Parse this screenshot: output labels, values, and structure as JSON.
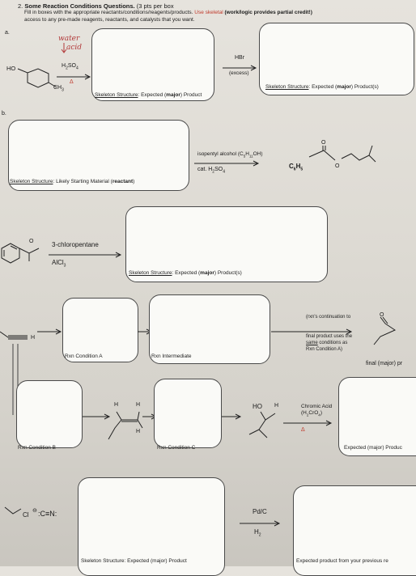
{
  "header": {
    "question_number": "2.",
    "title": "Some Reaction Conditions Questions.",
    "points": "(3 pts per box",
    "line1": "Fill in boxes with the appropriate reactants/conditions/reagents/products.",
    "line1_red": "Use skeletal",
    "partial_credit": "(work/logic provides partial credit!)",
    "line2": "access to any pre-made reagents, reactants, and catalysts that you want."
  },
  "part_a": {
    "label": "a.",
    "handwriting_line1": "water",
    "handwriting_line2": "acid",
    "reactant_ho": "HO",
    "reactant_ch3": "CH",
    "reactant_ch3_sub": "3",
    "reagent1": "H",
    "reagent1_sub": "2",
    "reagent1_rest": "SO",
    "reagent1_sub2": "4",
    "heat": "Δ",
    "box1_caption_u": "Skeleton Structure",
    "box1_caption_rest": ": Expected (",
    "box1_caption_bold": "major",
    "box1_caption_end": ") Product",
    "reagent2": "HBr",
    "reagent2_note": "(excess)",
    "box2_caption_u": "Skeleton Structure",
    "box2_caption_rest": ": Expected (",
    "box2_caption_bold": "major",
    "box2_caption_end": ") Product(s)"
  },
  "part_b": {
    "label": "b.",
    "box_caption_u": "Skeleton Structure",
    "box_caption_rest": ": Likely Starting Material (",
    "box_caption_bold": "reactant",
    "box_caption_end": ")",
    "reagent1_pre": "isopentyl alcohol (C",
    "reagent1_sub1": "5",
    "reagent1_mid": "H",
    "reagent1_sub2": "11",
    "reagent1_end": "OH)",
    "reagent2_pre": "cat. H",
    "reagent2_sub": "2",
    "reagent2_mid": "SO",
    "reagent2_sub2": "4",
    "product_group": "C",
    "product_group_sub1": "6",
    "product_group_mid": "H",
    "product_group_sub2": "5",
    "product_o": "O"
  },
  "part_c": {
    "reactant_o": "O",
    "reagent1": "3-chloropentane",
    "reagent2": "AlCl",
    "reagent2_sub": "3",
    "box_caption_u": "Skeleton Structure",
    "box_caption_rest": ": Expected (",
    "box_caption_bold": "major",
    "box_caption_end": ") Product(s)"
  },
  "part_d": {
    "alkyne_h": "H",
    "box_a_caption": "Rxn Condition A",
    "box_int_caption": "Rxn Intermediate",
    "note1": "(rxn's continuation to",
    "note2": "final product uses the",
    "note3_u": "same",
    "note3_rest": " conditions as",
    "note4": "Rxn Condition A)",
    "final_label": "final (major) pr",
    "final_o": "O",
    "box_b_caption": "Rxn Condition B",
    "box_c_caption": "Rxn Condition C",
    "h1": "H",
    "h2": "H",
    "h3": "H",
    "ho_label": "HO",
    "h4": "H",
    "reagent_chromic": "Chromic Acid",
    "reagent_chromic2_pre": "(H",
    "reagent_chromic2_sub1": "2",
    "reagent_chromic2_mid": "CrO",
    "reagent_chromic2_sub2": "4",
    "reagent_chromic2_end": ")",
    "heat": "Δ",
    "box_right_caption": "Expected (major) Produc"
  },
  "part_e": {
    "cl": "Cl",
    "cyanide": ":C≡N:",
    "charge": "⊖",
    "reagent1": "Pd/C",
    "reagent2_pre": "H",
    "reagent2_sub": "2",
    "box_caption": "Skeleton Structure: Expected (major) Product",
    "right_caption": "Expected product from your previous re"
  }
}
